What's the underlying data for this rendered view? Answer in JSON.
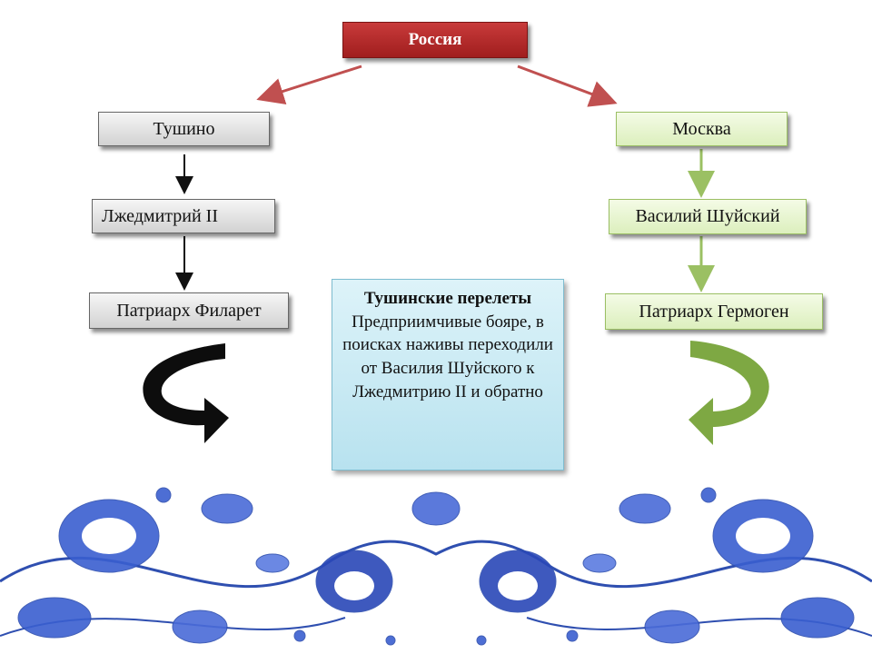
{
  "diagram": {
    "root": "Россия",
    "left": {
      "top": "Тушино",
      "middle": "Лжедмитрий II",
      "bottom": "Патриарх Филарет"
    },
    "right": {
      "top": "Москва",
      "middle": "Василий Шуйский",
      "bottom": "Патриарх Гермоген"
    },
    "note": {
      "title": "Тушинские перелеты",
      "body": "Предприимчивые бояре, в поисках наживы переходили от Василия Шуйского к Лжедмитрию II и обратно"
    }
  },
  "colors": {
    "root": "#b52a2a",
    "left_arrow": "#111111",
    "right_arrow": "#8cb255",
    "ornament": "#2f4fb0"
  }
}
